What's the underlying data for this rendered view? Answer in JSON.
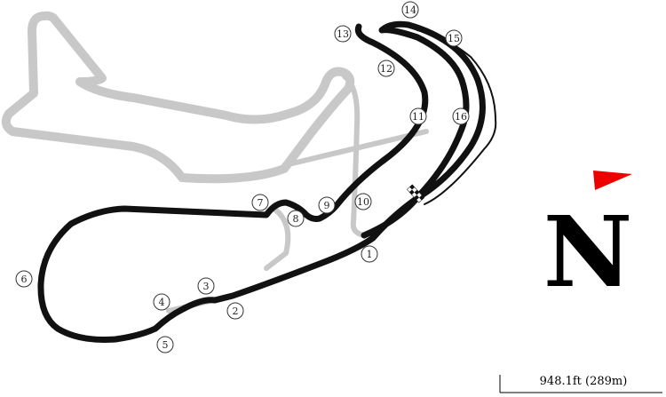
{
  "map": {
    "track_color": "#111111",
    "unused_track_color": "#c8c8c8",
    "pointer_color": "#ee0000",
    "north_label": "N",
    "scale_label": "948.1ft (289m)",
    "turns": [
      {
        "id": "1",
        "label": "1"
      },
      {
        "id": "2",
        "label": "2"
      },
      {
        "id": "3",
        "label": "3"
      },
      {
        "id": "4",
        "label": "4"
      },
      {
        "id": "5",
        "label": "5"
      },
      {
        "id": "6",
        "label": "6"
      },
      {
        "id": "7",
        "label": "7"
      },
      {
        "id": "8",
        "label": "8"
      },
      {
        "id": "9",
        "label": "9"
      },
      {
        "id": "10",
        "label": "10"
      },
      {
        "id": "11",
        "label": "11"
      },
      {
        "id": "12",
        "label": "12"
      },
      {
        "id": "13",
        "label": "13"
      },
      {
        "id": "14",
        "label": "14"
      },
      {
        "id": "15",
        "label": "15"
      },
      {
        "id": "16",
        "label": "16"
      }
    ]
  }
}
